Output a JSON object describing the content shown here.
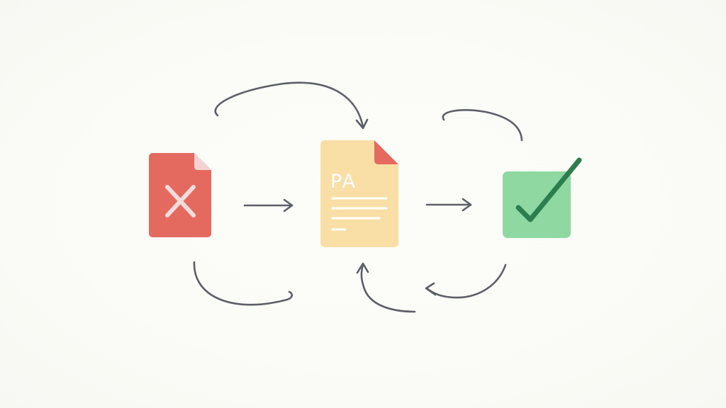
{
  "diagram": {
    "nodes": [
      {
        "id": "rejected-document",
        "icon": "x-file-icon",
        "color": "#e46a60"
      },
      {
        "id": "pending-document",
        "icon": "document-icon",
        "label": "PA",
        "color": "#f9dfa6",
        "corner_color": "#e46a60",
        "text_color": "#ffffff"
      },
      {
        "id": "approved-box",
        "icon": "checkmark-icon",
        "color": "#8fd8a2",
        "check_color": "#2e7d4f"
      }
    ],
    "connector_color": "#5c5f68",
    "background": "#fbfbf7"
  }
}
